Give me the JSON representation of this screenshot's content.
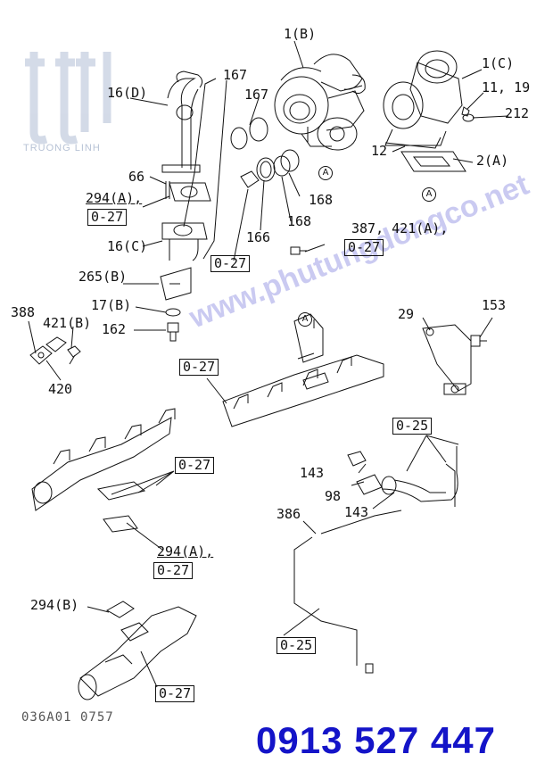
{
  "brand": {
    "logo_text": "TRUONG LINH",
    "watermark": "www.phutungdongco.net",
    "phone": "0913 527 447"
  },
  "doc_id": "036A01 0757",
  "callouts": {
    "c1b": "1(B)",
    "c1c": "1(C)",
    "c11_19": "11, 19",
    "c212": "212",
    "c12": "12",
    "c2a": "2(A)",
    "c16d": "16(D)",
    "c167a": "167",
    "c167b": "167",
    "c66": "66",
    "c294a_1": "294(A),",
    "c027_1": "0-27",
    "c16c": "16(C)",
    "c027_2": "0-27",
    "c166": "166",
    "c168a": "168",
    "c168b": "168",
    "c387": "387, 421(A),",
    "c027_3": "0-27",
    "c265b": "265(B)",
    "c17b": "17(B)",
    "c162": "162",
    "c388": "388",
    "c421b": "421(B)",
    "c420": "420",
    "c29": "29",
    "c153": "153",
    "c027_4": "0-27",
    "c025_1": "0-25",
    "c027_5": "0-27",
    "c143a": "143",
    "c98": "98",
    "c143b": "143",
    "c386": "386",
    "c294a_2": "294(A),",
    "c027_6": "0-27",
    "c294b": "294(B)",
    "c025_2": "0-25",
    "c027_7": "0-27"
  },
  "markers": {
    "a1": "A",
    "a2": "A",
    "a3": "A"
  },
  "colors": {
    "ink": "#111111",
    "watermark": "#9fa0e6",
    "phone": "#1414c8",
    "logo": "#b8c3d6"
  }
}
